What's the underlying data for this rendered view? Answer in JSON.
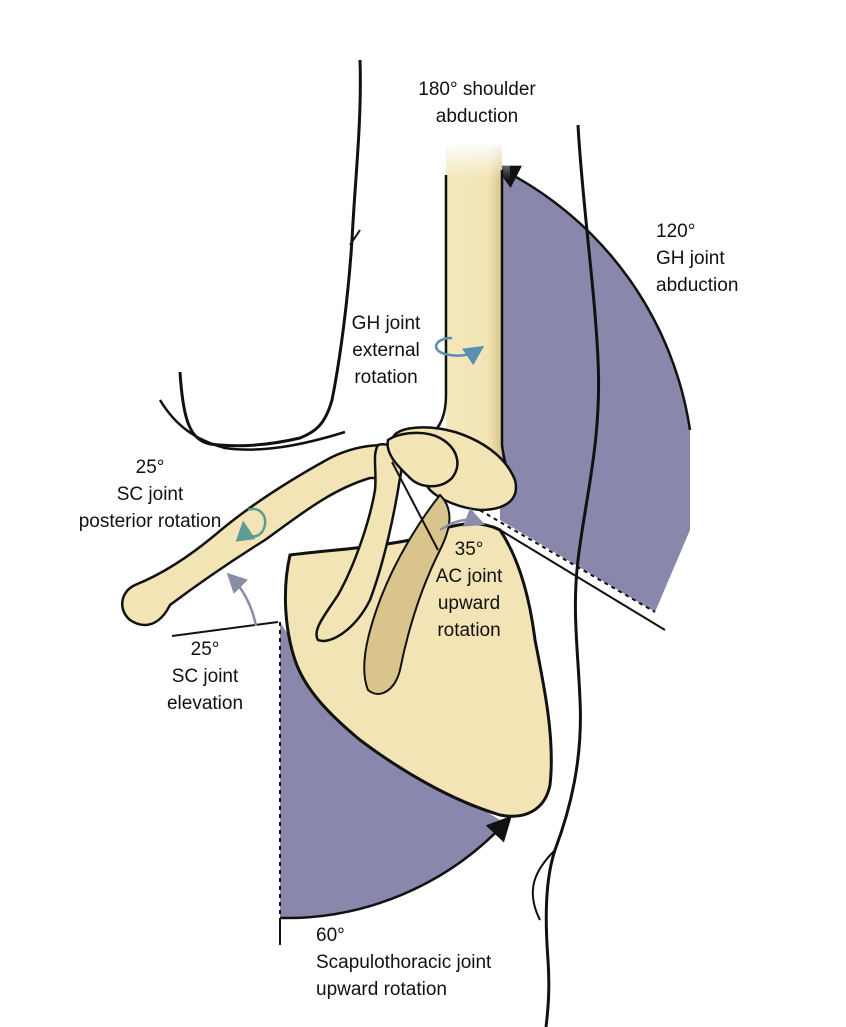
{
  "labels": {
    "shoulder_abduction": {
      "line1": "180° shoulder",
      "line2": "abduction"
    },
    "gh_abduction": {
      "line1": "120°",
      "line2": "GH joint",
      "line3": "abduction"
    },
    "gh_external_rotation": {
      "line1": "GH joint",
      "line2": "external",
      "line3": "rotation"
    },
    "sc_posterior_rotation": {
      "line1": "25°",
      "line2": "SC joint",
      "line3": "posterior rotation"
    },
    "ac_upward_rotation": {
      "line1": "35°",
      "line2": "AC joint",
      "line3": "upward",
      "line4": "rotation"
    },
    "sc_elevation": {
      "line1": "25°",
      "line2": "SC joint",
      "line3": "elevation"
    },
    "scapulothoracic_rotation": {
      "line1": "60°",
      "line2": "Scapulothoracic joint",
      "line3": "upward rotation"
    }
  },
  "colors": {
    "bone_fill": "#F2E4B4",
    "bone_shade": "#D9C58C",
    "sector_fill": "#8A87AC",
    "outline": "#111111",
    "arrow_blue": "#5A8FB0",
    "arrow_teal": "#5E9A96",
    "arrow_grey": "#8A8CA8"
  }
}
